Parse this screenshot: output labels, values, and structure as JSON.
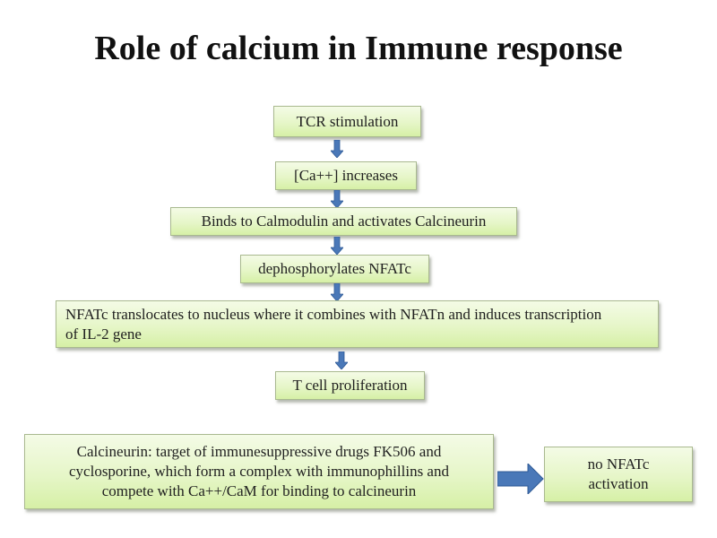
{
  "title": "Role of calcium in Immune response",
  "flow": {
    "steps": [
      {
        "label": "TCR stimulation"
      },
      {
        "label": "[Ca++] increases"
      },
      {
        "label": "Binds to Calmodulin and activates Calcineurin"
      },
      {
        "label": "dephosphorylates NFATc"
      },
      {
        "label": "NFATc translocates to nucleus where it combines with NFATn and induces transcription of IL-2 gene"
      },
      {
        "label": "T cell proliferation"
      }
    ]
  },
  "inhibition": {
    "cause_lines": [
      "Calcineurin: target of immunesuppressive drugs FK506 and",
      "cyclosporine, which form a complex with immunophillins and",
      "compete with Ca++/CaM for binding to calcineurin"
    ],
    "effect_lines": [
      "no NFATc",
      "activation"
    ]
  },
  "colors": {
    "box_fill_top": "#f4fbe6",
    "box_fill_bottom": "#d6f0a6",
    "box_border": "#a9b98f",
    "arrow": "#4a78b8",
    "arrow_edge": "#2f5a96"
  }
}
